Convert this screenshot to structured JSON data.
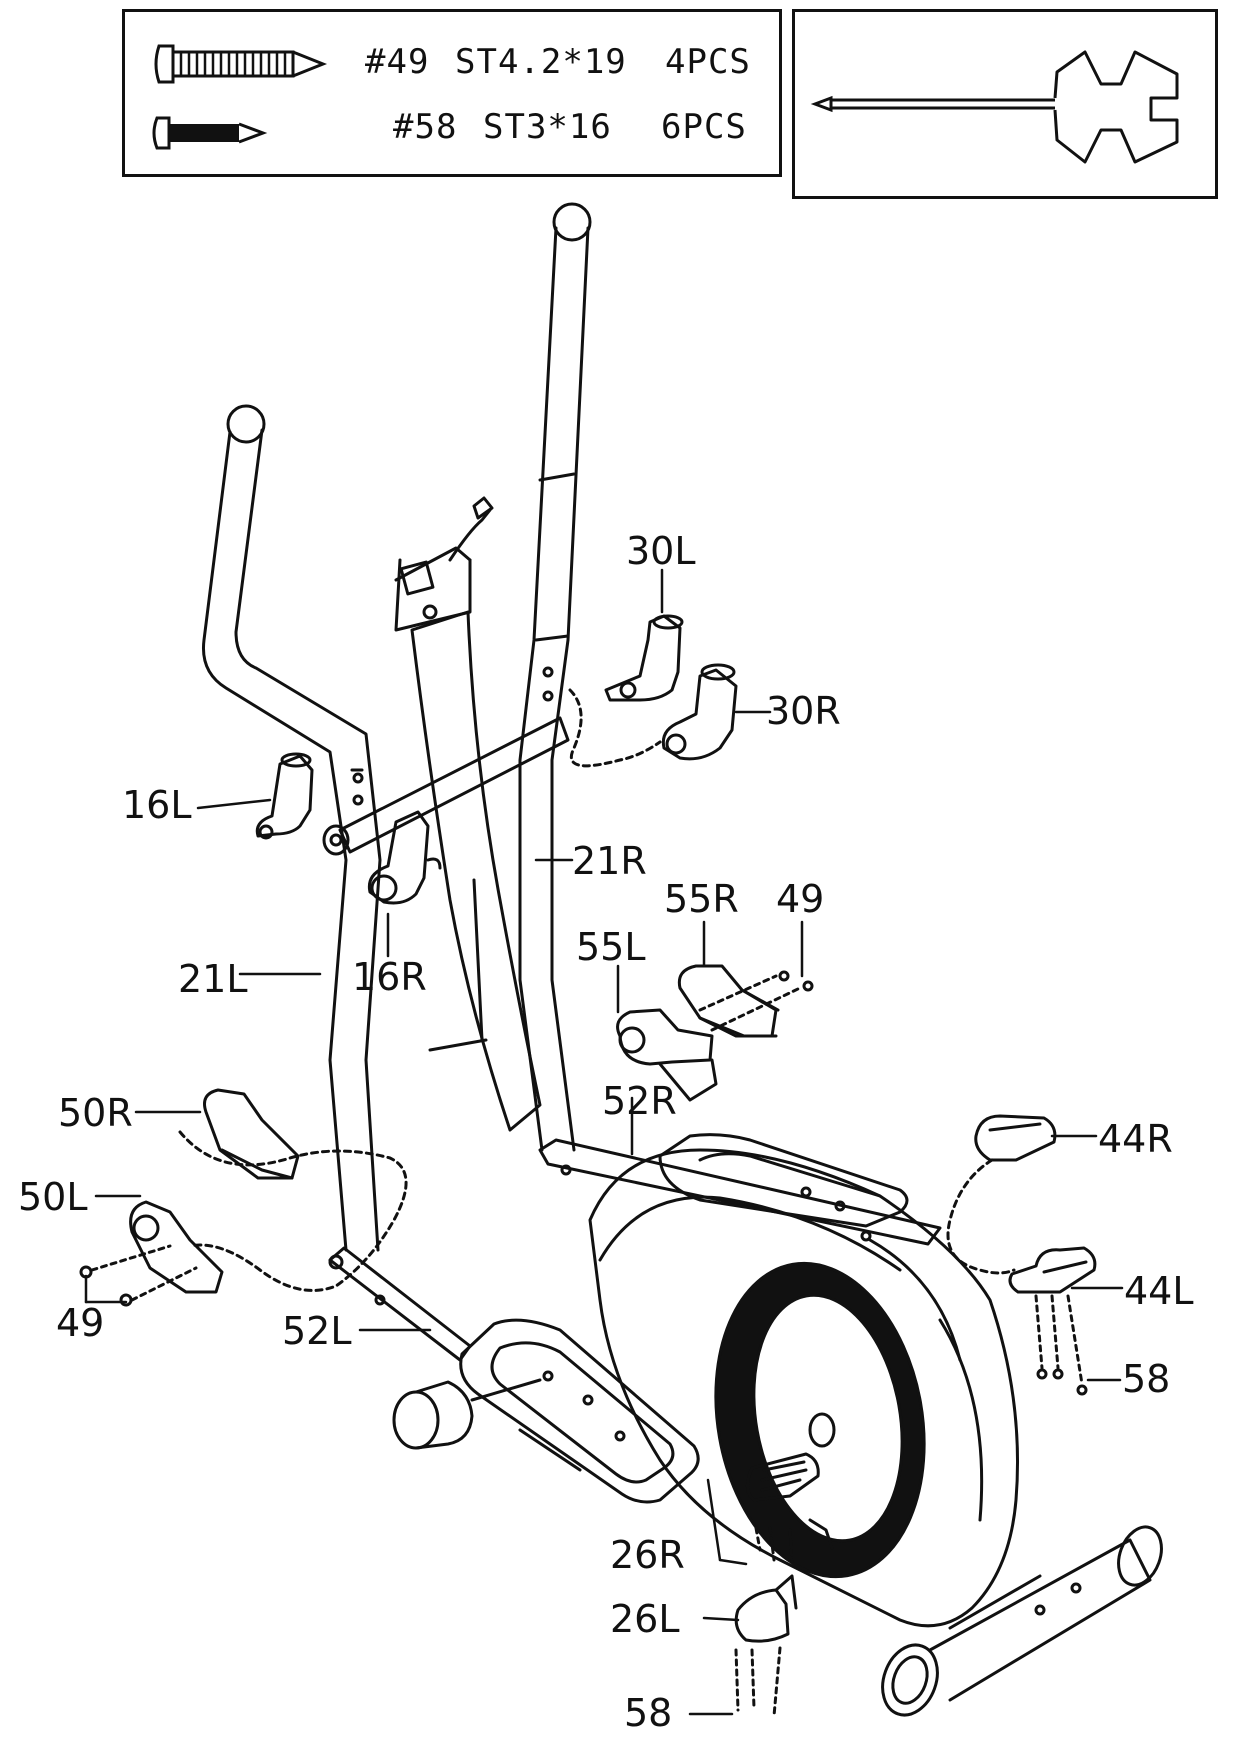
{
  "hardware": {
    "rows": [
      {
        "part": "#49",
        "spec": "ST4.2*19",
        "qty": "4PCS",
        "icon": "screw-large-icon"
      },
      {
        "part": "#58",
        "spec": "ST3*16",
        "qty": "6PCS",
        "icon": "screw-small-icon"
      }
    ],
    "tool_icon": "combination-wrench-screwdriver-icon"
  },
  "labels": {
    "l30L": "30L",
    "l30R": "30R",
    "l16L": "16L",
    "l16R": "16R",
    "l21R": "21R",
    "l21L": "21L",
    "l55R": "55R",
    "l49a": "49",
    "l55L": "55L",
    "l52R": "52R",
    "l50R": "50R",
    "l50L": "50L",
    "l44R": "44R",
    "l44L": "44L",
    "l49b": "49",
    "l52L": "52L",
    "l58a": "58",
    "l26R": "26R",
    "l26L": "26L",
    "l58b": "58"
  },
  "colors": {
    "ink": "#111111",
    "background": "#ffffff"
  }
}
